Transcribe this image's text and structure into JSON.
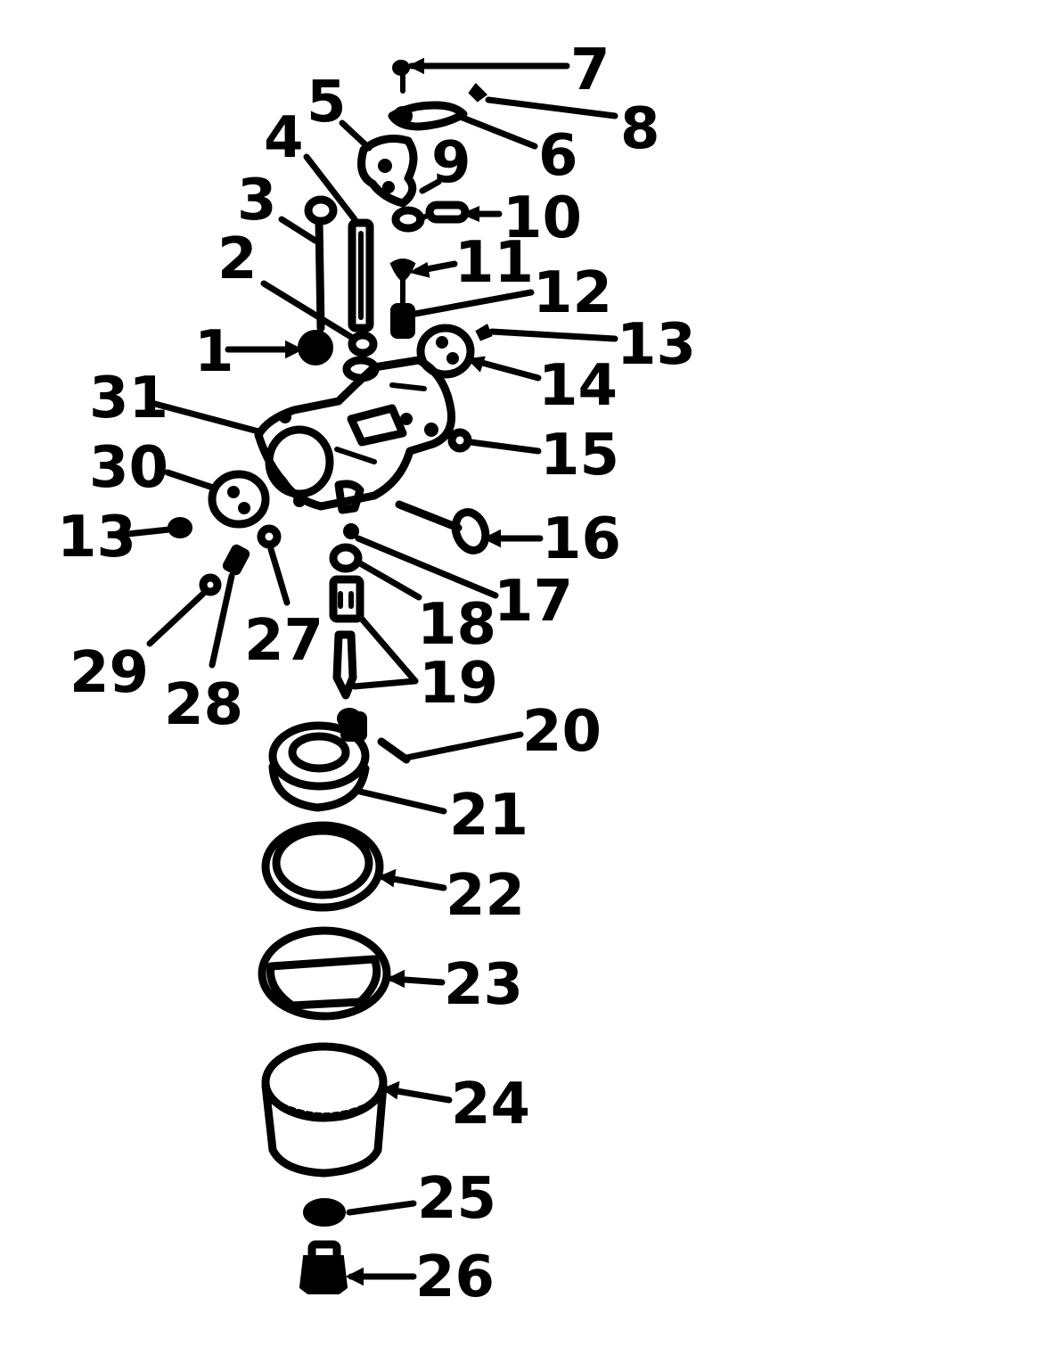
{
  "callouts": {
    "c1": "1",
    "c2": "2",
    "c3": "3",
    "c4": "4",
    "c5": "5",
    "c6": "6",
    "c7": "7",
    "c8": "8",
    "c9": "9",
    "c10": "10",
    "c11": "11",
    "c12": "12",
    "c13": "13",
    "c13b": "13",
    "c14": "14",
    "c15": "15",
    "c16": "16",
    "c17": "17",
    "c18": "18",
    "c19": "19",
    "c20": "20",
    "c21": "21",
    "c22": "22",
    "c23": "23",
    "c24": "24",
    "c25": "25",
    "c26": "26",
    "c27": "27",
    "c28": "28",
    "c29": "29",
    "c30": "30",
    "c31": "31"
  }
}
